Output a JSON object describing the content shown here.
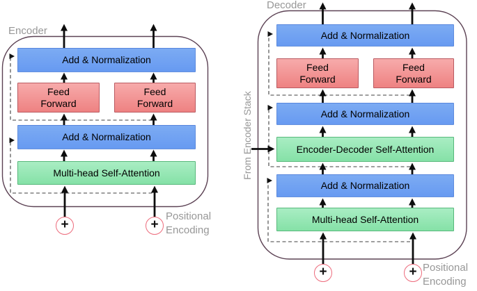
{
  "encoder": {
    "title": "Encoder",
    "layers": {
      "add_norm_top": "Add & Normalization",
      "feed_forward_left": "Feed\nForward",
      "feed_forward_right": "Feed\nForward",
      "add_norm_bottom": "Add & Normalization",
      "attention": "Multi-head Self-Attention"
    },
    "positional_encoding": "Positional\nEncoding",
    "plus_left": "+",
    "plus_right": "+"
  },
  "decoder": {
    "title": "Decoder",
    "from_encoder_stack": "From Encoder Stack",
    "layers": {
      "add_norm_top": "Add & Normalization",
      "feed_forward_left": "Feed\nForward",
      "feed_forward_right": "Feed\nForward",
      "add_norm_mid": "Add & Normalization",
      "encoder_decoder_attention": "Encoder-Decoder Self-Attention",
      "add_norm_bottom": "Add & Normalization",
      "attention": "Multi-head Self-Attention"
    },
    "positional_encoding": "Positional\nEncoding",
    "plus_left": "+",
    "plus_right": "+"
  },
  "colors": {
    "block_blue": "#6b9cf2",
    "block_red": "#f09191",
    "block_red_border": "#b95a61",
    "block_green": "#8ee4ab",
    "block_green_border": "#57b87b",
    "container_border": "#5c4254",
    "label_gray": "#979797",
    "plus_circle_border": "#ed6b7c",
    "arrow_black": "#0d0d0d",
    "dashed_gray": "#3f3f3f"
  }
}
